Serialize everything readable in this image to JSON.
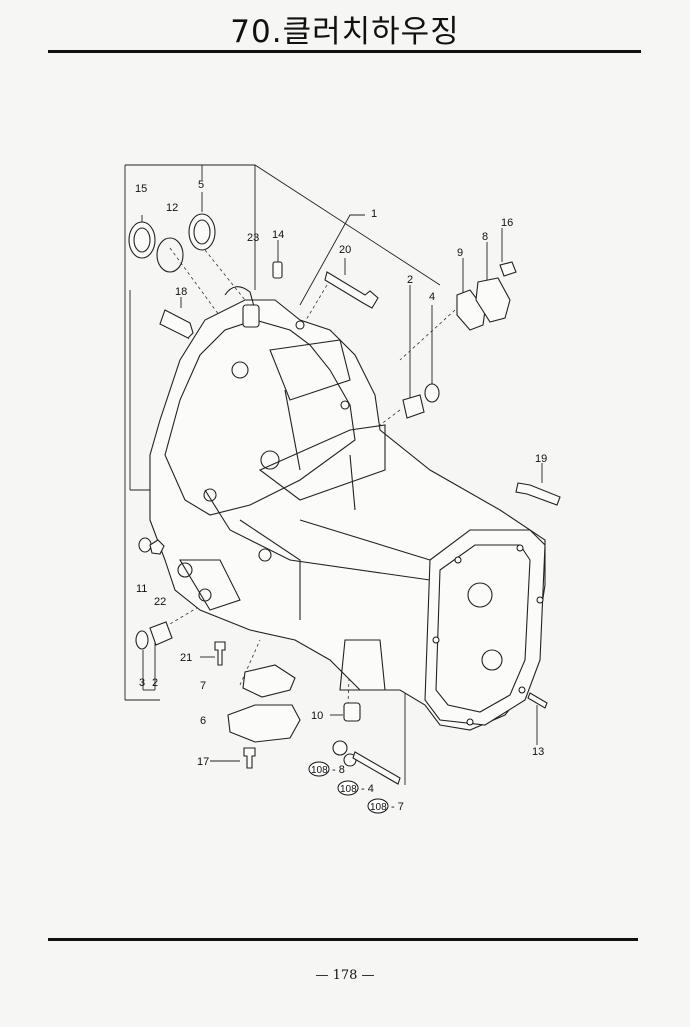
{
  "header": {
    "title": "70.클러치하우징"
  },
  "footer": {
    "page_number": "— 178 —"
  },
  "callouts": {
    "c1": "1",
    "c2a": "2",
    "c2b": "2",
    "c3": "3",
    "c4": "4",
    "c5": "5",
    "c6": "6",
    "c7": "7",
    "c8": "8",
    "c9": "9",
    "c10": "10",
    "c11": "11",
    "c12": "12",
    "c13": "13",
    "c14": "14",
    "c15": "15",
    "c16": "16",
    "c17": "17",
    "c18": "18",
    "c19": "19",
    "c20": "20",
    "c21": "21",
    "c22": "22",
    "c23": "23",
    "s108a_code": "108",
    "s108a_item": "- 8",
    "s108b_code": "108",
    "s108b_item": "- 4",
    "s108c_code": "108",
    "s108c_item": "- 7"
  }
}
